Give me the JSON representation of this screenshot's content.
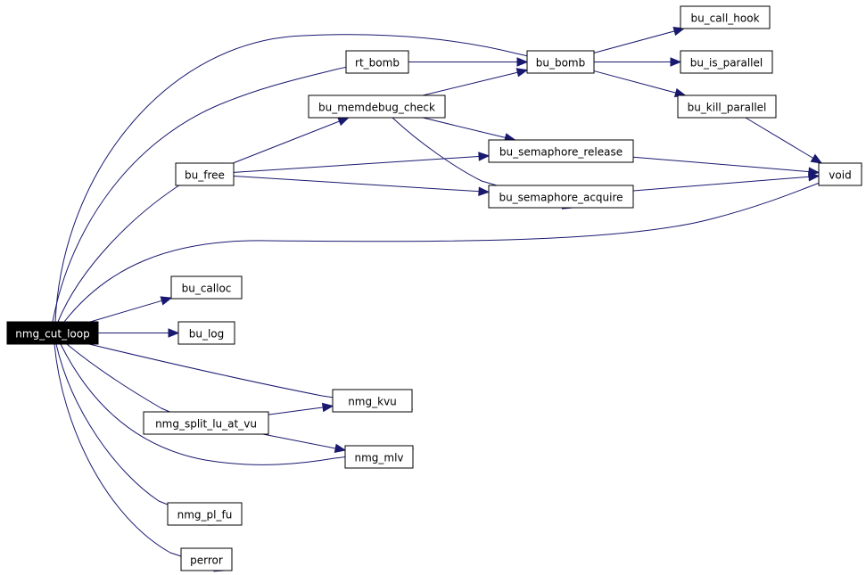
{
  "graph": {
    "edge_color": "#191970",
    "root_fill": "#000000",
    "nodes": {
      "nmg_cut_loop": "nmg_cut_loop",
      "rt_bomb": "rt_bomb",
      "bu_bomb": "bu_bomb",
      "bu_call_hook": "bu_call_hook",
      "bu_is_parallel": "bu_is_parallel",
      "bu_kill_parallel": "bu_kill_parallel",
      "bu_memdebug_check": "bu_memdebug_check",
      "bu_free": "bu_free",
      "bu_semaphore_release": "bu_semaphore_release",
      "bu_semaphore_acquire": "bu_semaphore_acquire",
      "void": "void",
      "bu_calloc": "bu_calloc",
      "bu_log": "bu_log",
      "nmg_kvu": "nmg_kvu",
      "nmg_split_lu_at_vu": "nmg_split_lu_at_vu",
      "nmg_mlv": "nmg_mlv",
      "nmg_pl_fu": "nmg_pl_fu",
      "perror": "perror"
    },
    "edges": [
      [
        "nmg_cut_loop",
        "bu_bomb"
      ],
      [
        "nmg_cut_loop",
        "rt_bomb"
      ],
      [
        "nmg_cut_loop",
        "bu_free"
      ],
      [
        "nmg_cut_loop",
        "void"
      ],
      [
        "nmg_cut_loop",
        "bu_calloc"
      ],
      [
        "nmg_cut_loop",
        "bu_log"
      ],
      [
        "nmg_cut_loop",
        "nmg_kvu"
      ],
      [
        "nmg_cut_loop",
        "nmg_split_lu_at_vu"
      ],
      [
        "nmg_cut_loop",
        "nmg_mlv"
      ],
      [
        "nmg_cut_loop",
        "nmg_pl_fu"
      ],
      [
        "nmg_cut_loop",
        "perror"
      ],
      [
        "rt_bomb",
        "bu_bomb"
      ],
      [
        "bu_memdebug_check",
        "bu_bomb"
      ],
      [
        "bu_memdebug_check",
        "bu_semaphore_release"
      ],
      [
        "bu_memdebug_check",
        "bu_semaphore_acquire"
      ],
      [
        "bu_free",
        "bu_memdebug_check"
      ],
      [
        "bu_free",
        "bu_semaphore_release"
      ],
      [
        "bu_free",
        "bu_semaphore_acquire"
      ],
      [
        "bu_bomb",
        "bu_call_hook"
      ],
      [
        "bu_bomb",
        "bu_is_parallel"
      ],
      [
        "bu_bomb",
        "bu_kill_parallel"
      ],
      [
        "bu_kill_parallel",
        "void"
      ],
      [
        "bu_semaphore_release",
        "void"
      ],
      [
        "bu_semaphore_acquire",
        "void"
      ],
      [
        "nmg_split_lu_at_vu",
        "nmg_kvu"
      ],
      [
        "nmg_split_lu_at_vu",
        "nmg_mlv"
      ]
    ]
  }
}
